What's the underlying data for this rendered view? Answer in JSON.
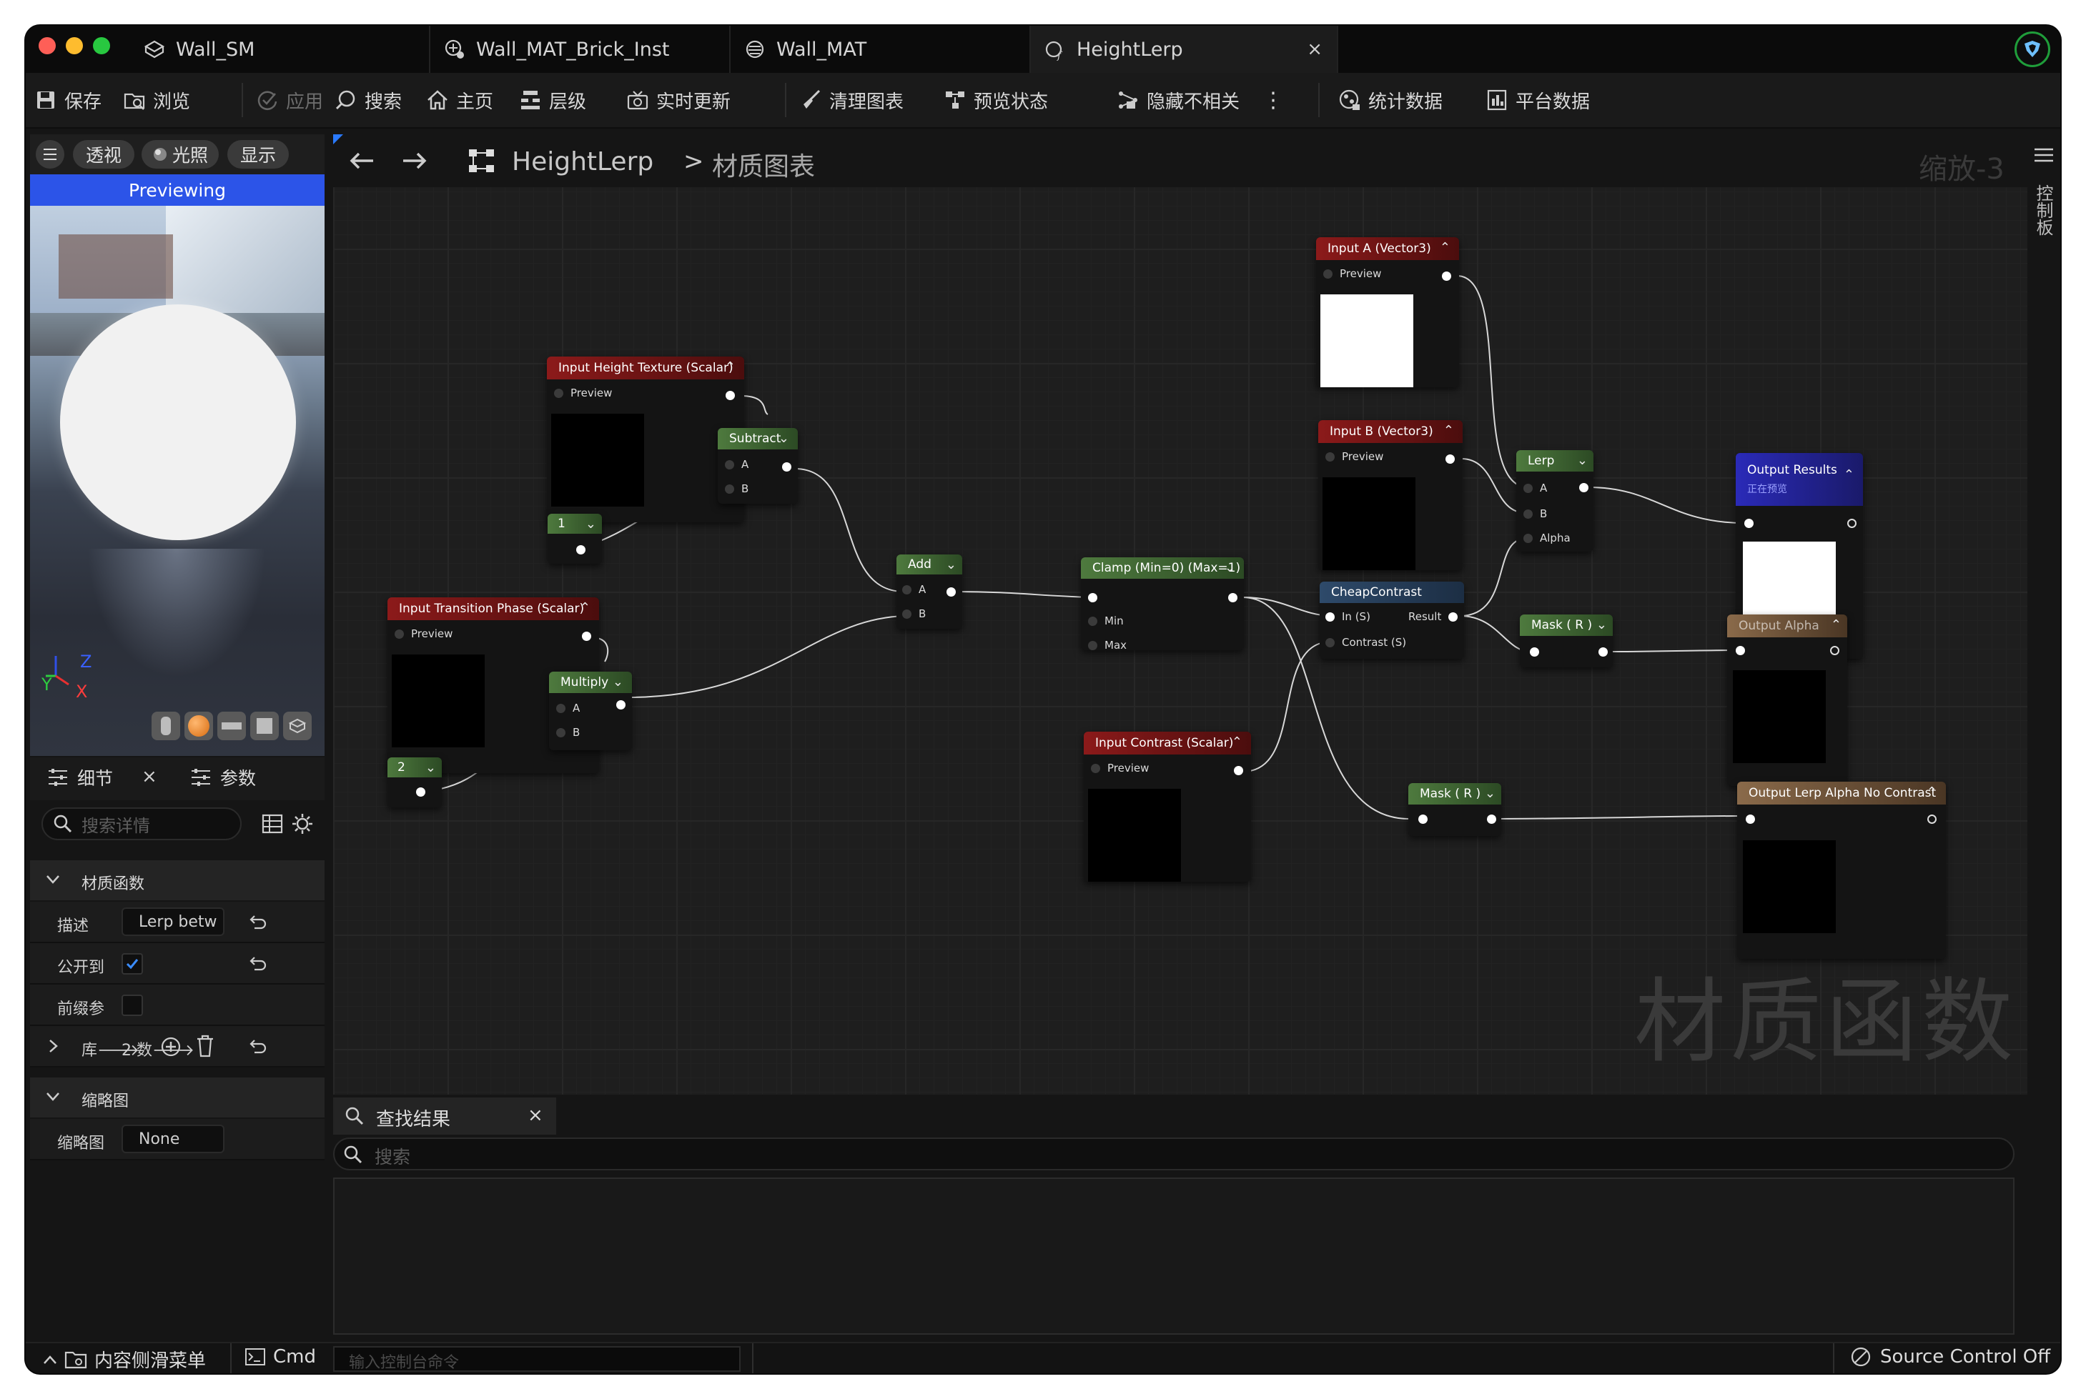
{
  "tabs": [
    {
      "label": "Wall_SM",
      "icon": "static-mesh-icon"
    },
    {
      "label": "Wall_MAT_Brick_Inst",
      "icon": "material-instance-icon"
    },
    {
      "label": "Wall_MAT",
      "icon": "material-icon"
    },
    {
      "label": "HeightLerp",
      "icon": "material-function-icon",
      "close": "×"
    }
  ],
  "toolbar": {
    "save": "保存",
    "browse": "浏览",
    "apply": "应用",
    "search": "搜索",
    "home": "主页",
    "hierarchy": "层级",
    "live_update": "实时更新",
    "clean_graph": "清理图表",
    "preview_state": "预览状态",
    "hide_unrelated": "隐藏不相关",
    "stats": "统计数据",
    "platform_stats": "平台数据"
  },
  "viewport": {
    "perspective": "透视",
    "lit": "光照",
    "show": "显示",
    "previewing": "Previewing",
    "axis_z": "Z",
    "axis_y": "Y",
    "axis_x": "X"
  },
  "panel_tabs": {
    "details": "细节",
    "details_close": "×",
    "params": "参数"
  },
  "details": {
    "search_placeholder": "搜索详情",
    "section_material_function": "材质函数",
    "desc_label": "描述",
    "desc_value": "Lerp betw",
    "expose_label": "公开到",
    "prefix_label": "前缀参",
    "library_label": "库🡒",
    "library_value": "2 数🡒",
    "section_thumbnail": "缩略图",
    "thumbnail_label": "缩略图",
    "thumbnail_value": "None"
  },
  "graph": {
    "breadcrumb_root": "HeightLerp",
    "breadcrumb_sep": ">",
    "breadcrumb_current": "材质图表",
    "zoom": "缩放-3",
    "watermark": "材质函数",
    "right_tab": "控制板"
  },
  "nodes": {
    "input_height": {
      "title": "Input Height Texture (Scalar)",
      "pin": "Preview"
    },
    "subtract": {
      "title": "Subtract",
      "a": "A",
      "b": "B"
    },
    "const1": {
      "title": "1"
    },
    "input_transition": {
      "title": "Input Transition Phase (Scalar)",
      "pin": "Preview"
    },
    "multiply": {
      "title": "Multiply",
      "a": "A",
      "b": "B"
    },
    "const2": {
      "title": "2"
    },
    "add": {
      "title": "Add",
      "a": "A",
      "b": "B"
    },
    "clamp": {
      "title": "Clamp (Min=0) (Max=1)",
      "min": "Min",
      "max": "Max"
    },
    "input_contrast": {
      "title": "Input Contrast (Scalar)",
      "pin": "Preview"
    },
    "input_a": {
      "title": "Input A (Vector3)",
      "pin": "Preview"
    },
    "input_b": {
      "title": "Input B (Vector3)",
      "pin": "Preview"
    },
    "cheap_contrast": {
      "title": "CheapContrast",
      "in": "In (S)",
      "result": "Result",
      "contrast": "Contrast (S)"
    },
    "lerp": {
      "title": "Lerp",
      "a": "A",
      "b": "B",
      "alpha": "Alpha"
    },
    "mask1": {
      "title": "Mask ( R )"
    },
    "mask2": {
      "title": "Mask ( R )"
    },
    "output_results": {
      "title": "Output Results",
      "sub": "正在预览"
    },
    "output_alpha": {
      "title": "Output Alpha"
    },
    "output_lerp_alpha": {
      "title": "Output Lerp Alpha No Contrast"
    }
  },
  "find": {
    "tab": "查找结果",
    "close": "×",
    "placeholder": "搜索"
  },
  "status": {
    "content_drawer": "内容侧滑菜单",
    "cmd": "Cmd",
    "cmd_placeholder": "输入控制台命令",
    "source_control": "Source Control Off"
  },
  "colors": {
    "accent_blue": "#2c54e8",
    "node_input_red": "#8c1a1a",
    "node_math_green": "#4e7a3e",
    "node_function_blue": "#2e4a6a",
    "node_output_purple": "#2a2ab8",
    "node_output_tan": "#8a6a4a"
  }
}
